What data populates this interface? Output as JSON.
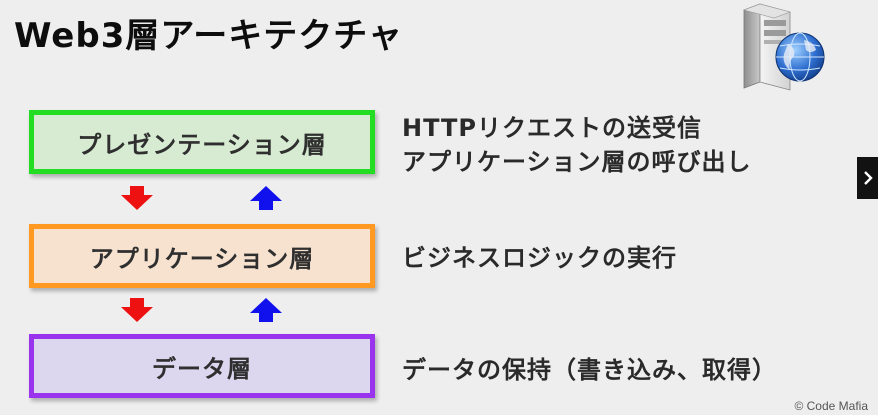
{
  "slide": {
    "title": "Web3層アーキテクチャ",
    "watermark": "© Code Mafia"
  },
  "layers": [
    {
      "label": "プレゼンテーション層",
      "border_color": "#22dd22",
      "fill_color": "#d6ebd2"
    },
    {
      "label": "アプリケーション層",
      "border_color": "#ff9922",
      "fill_color": "#f7e2d0"
    },
    {
      "label": "データ層",
      "border_color": "#9933ee",
      "fill_color": "#dcd6ef"
    }
  ],
  "descriptions": [
    "HTTPリクエストの送受信",
    "アプリケーション層の呼び出し",
    "ビジネスロジックの実行",
    "データの保持（書き込み、取得）"
  ],
  "arrows": {
    "down_color": "#ee1111",
    "up_color": "#1111ee"
  },
  "icons": {
    "server": "server-globe-icon",
    "next": "chevron-right-icon"
  }
}
